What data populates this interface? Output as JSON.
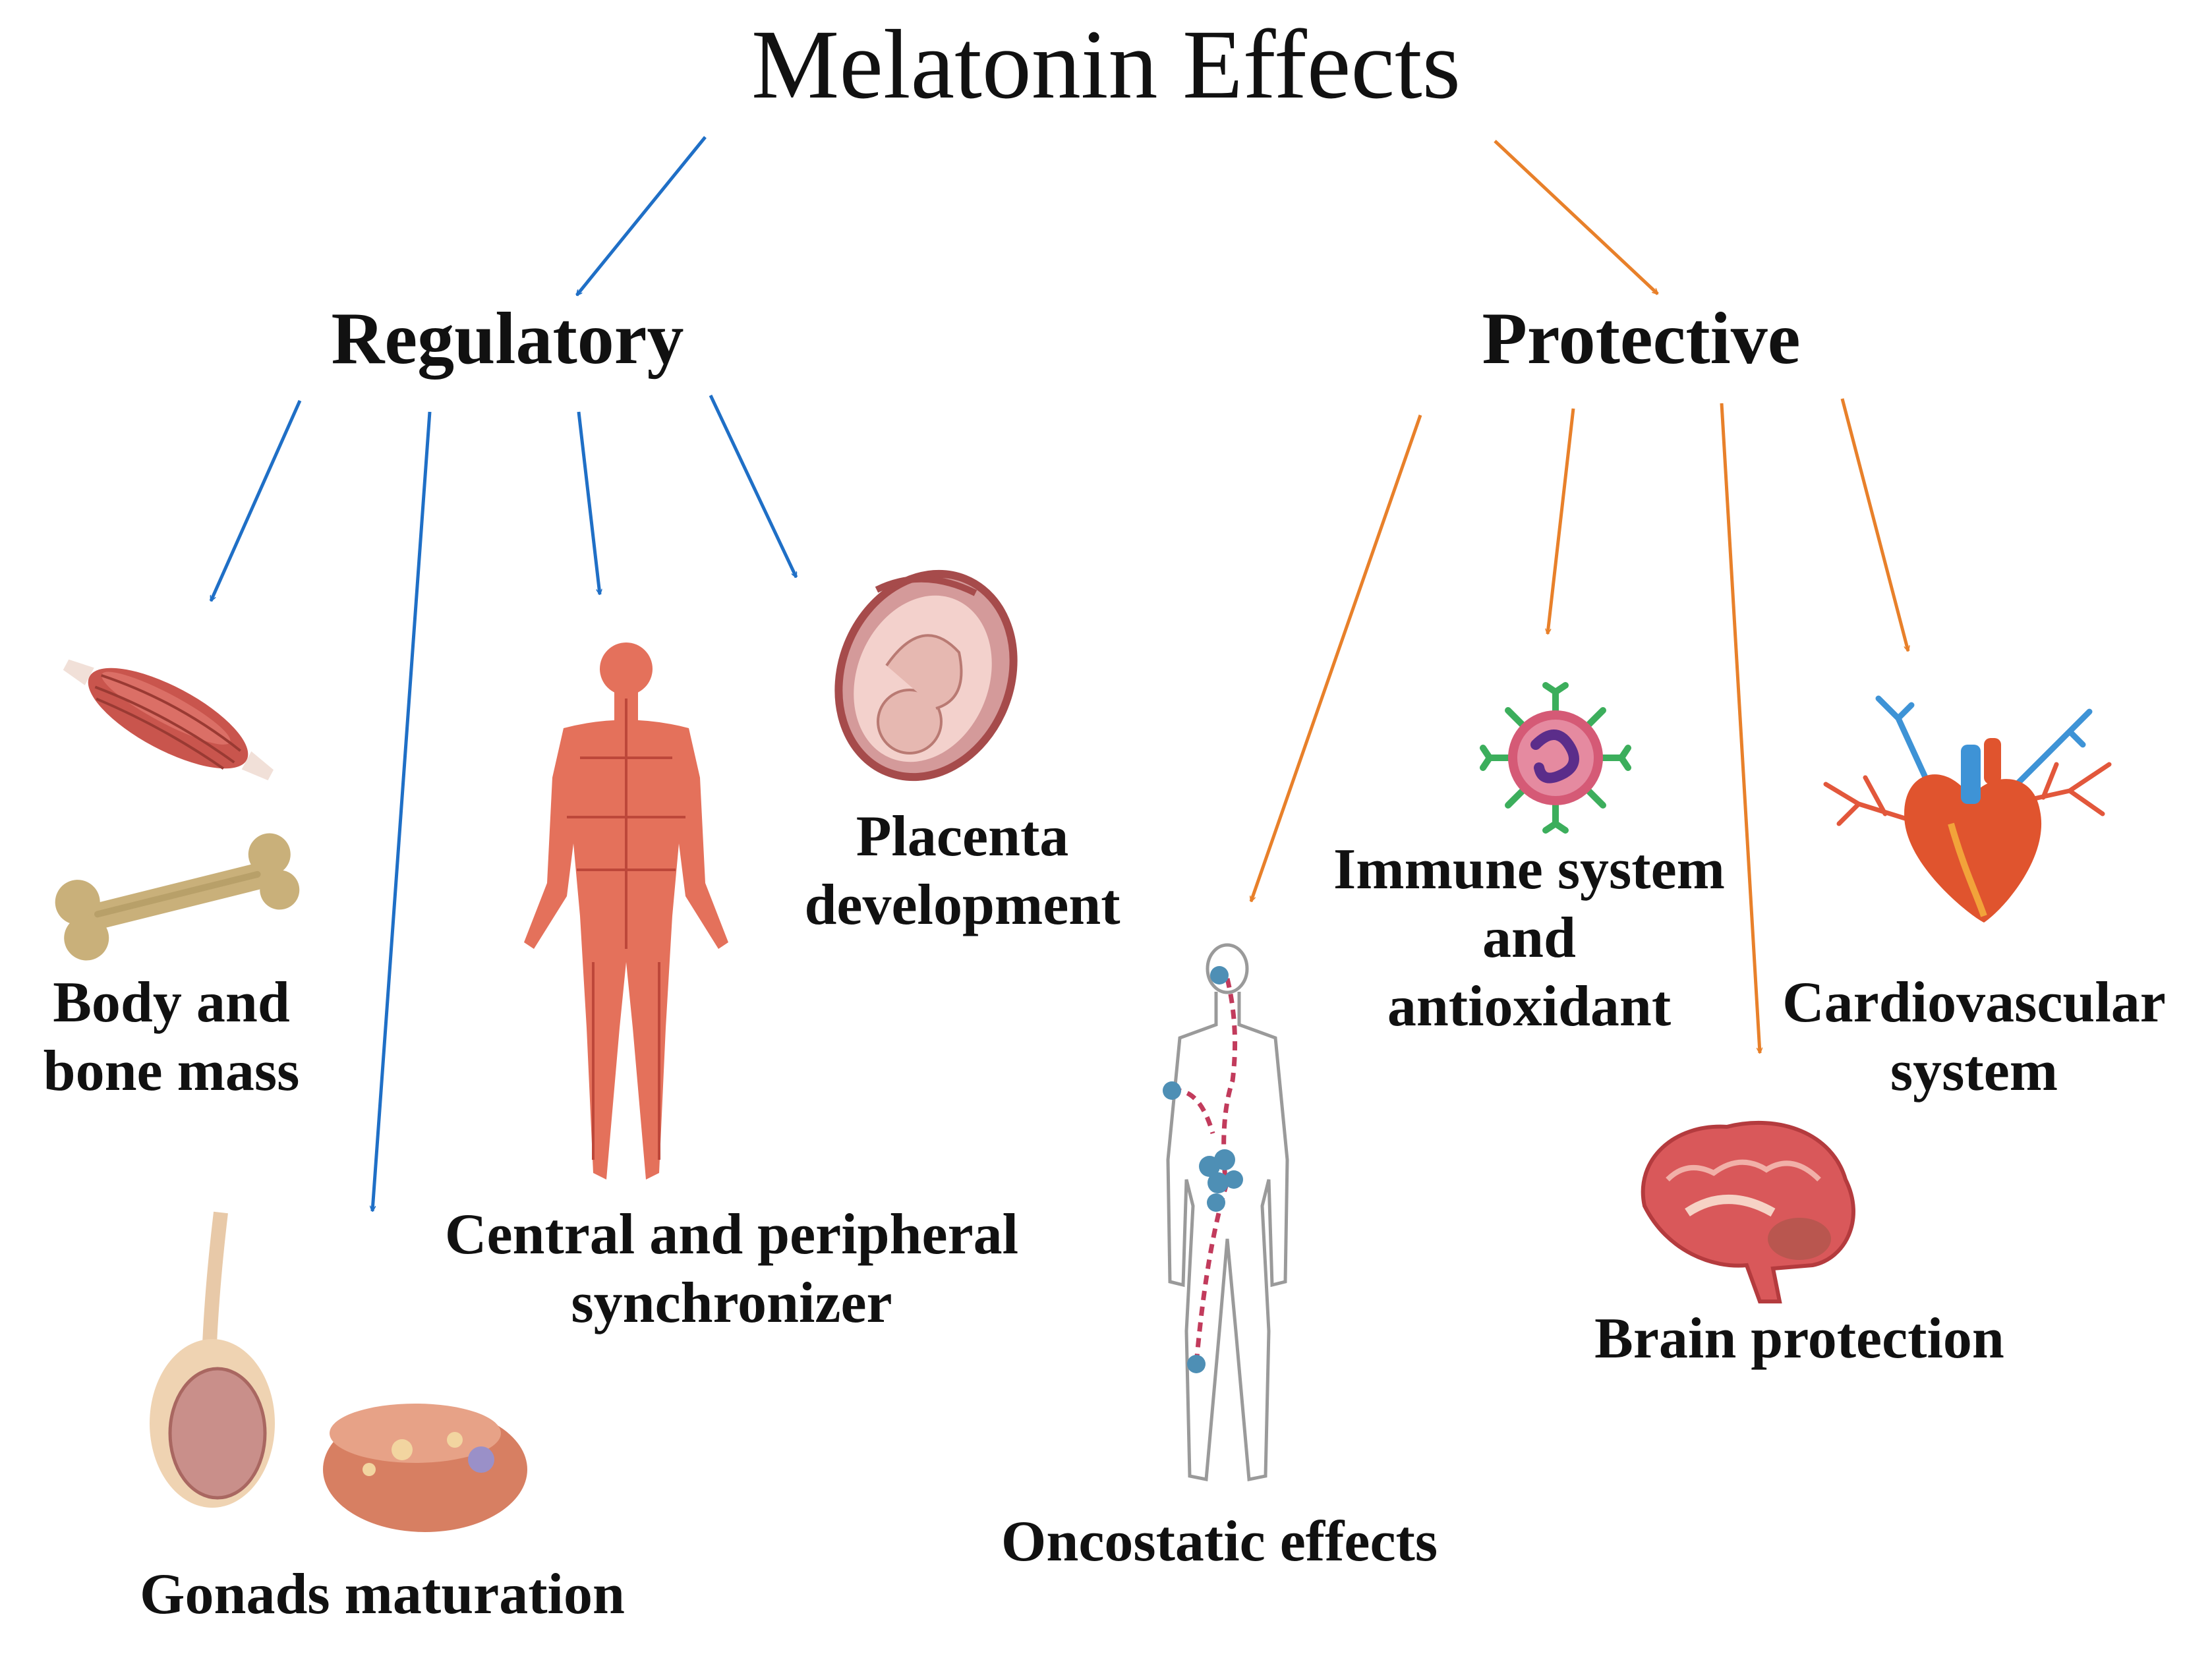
{
  "title": "Melatonin Effects",
  "branches": {
    "regulatory": {
      "label": "Regulatory",
      "color": "#1f6fc6",
      "items": {
        "body_bone": [
          "Body and",
          "bone mass"
        ],
        "central": [
          "Central and peripheral",
          "synchronizer"
        ],
        "placenta": [
          "Placenta",
          "development"
        ],
        "gonads": [
          "Gonads maturation"
        ]
      }
    },
    "protective": {
      "label": "Protective",
      "color": "#e8802a",
      "items": {
        "oncostatic": [
          "Oncostatic effects"
        ],
        "immune": [
          "Immune system",
          "and",
          "antioxidant"
        ],
        "cardio": [
          "Cardiovascular",
          "system"
        ],
        "brain": [
          "Brain protection"
        ]
      }
    }
  },
  "icons": [
    "muscle-icon",
    "bone-icon",
    "nervous-system-body-icon",
    "fetus-icon",
    "testis-icon",
    "ovary-icon",
    "cancer-metastasis-body-icon",
    "immune-cell-icon",
    "heart-icon",
    "brain-icon"
  ]
}
